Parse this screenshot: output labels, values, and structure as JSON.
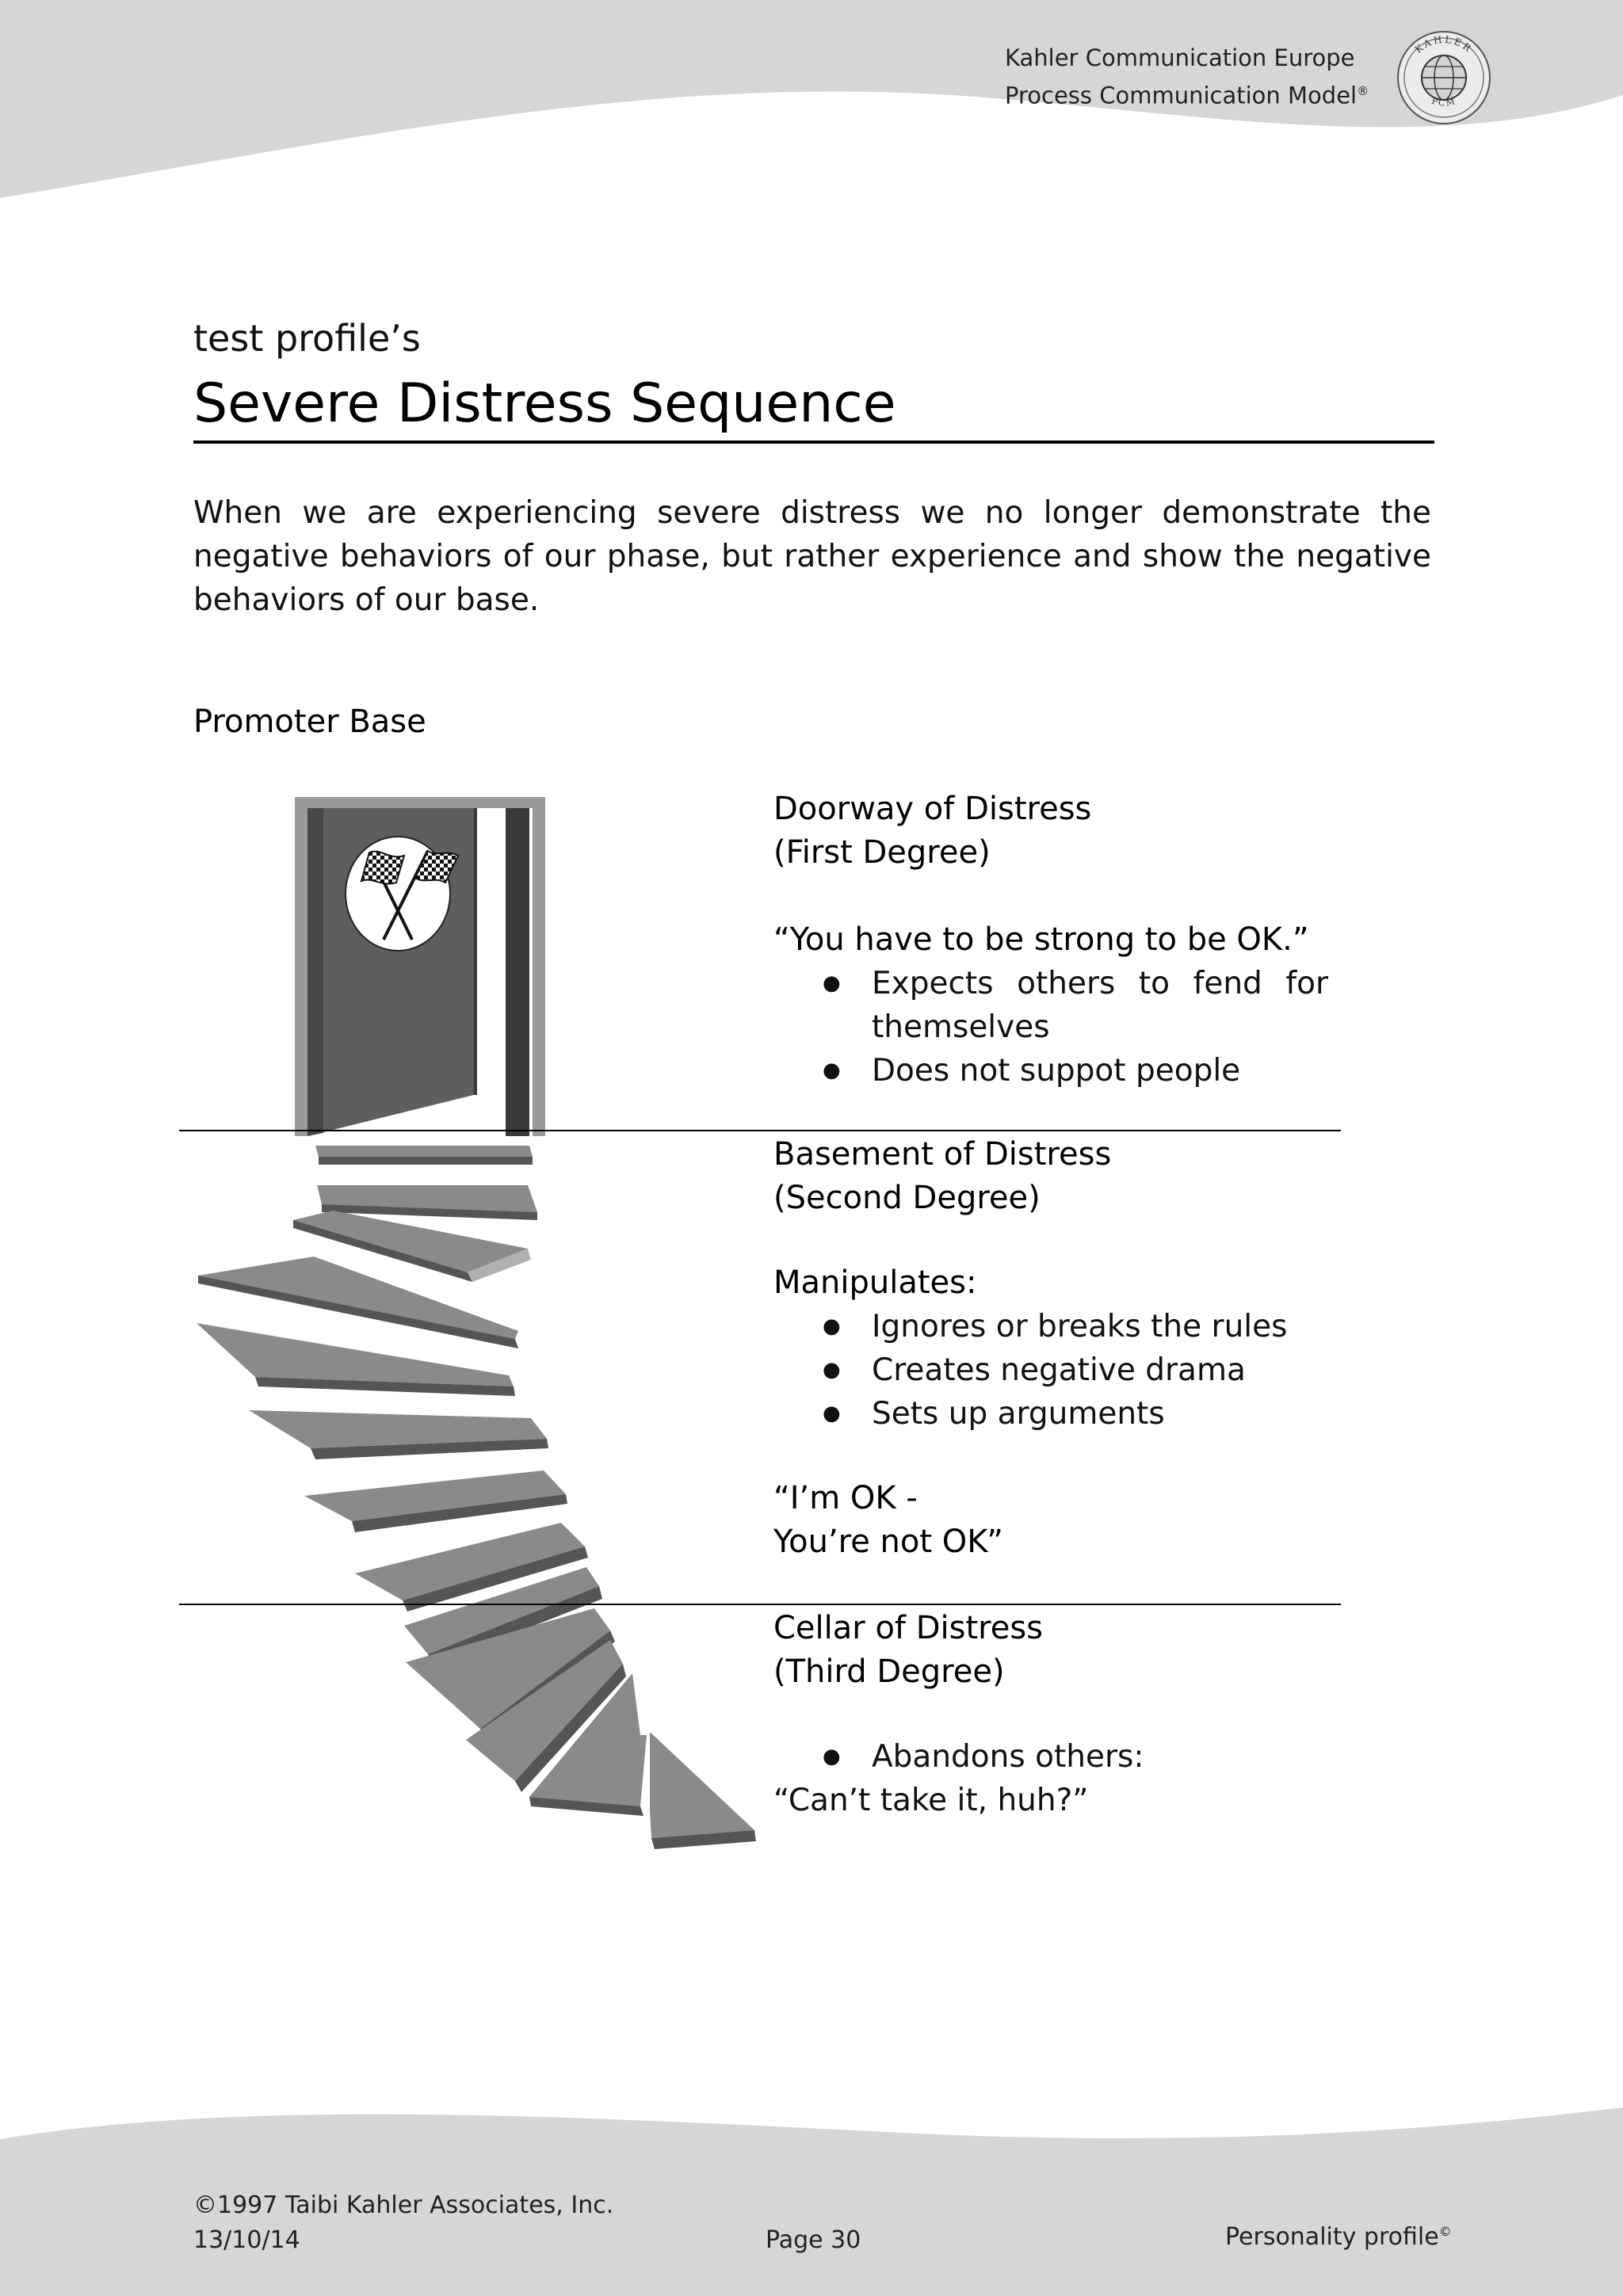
{
  "header": {
    "company": "Kahler Communication Europe",
    "product": "Process Communication Model",
    "product_mark": "®",
    "logo": {
      "icon": "globe-seal-icon",
      "text_top": "KAHLER",
      "text_bottom": "PCM"
    }
  },
  "document": {
    "subtitle": "test profile’s",
    "title": "Severe Distress Sequence",
    "intro": "When we are experiencing severe distress we no longer demonstrate the negative behaviors of our phase, but rather experience and show the negative behaviors of our base.",
    "base_label": "Promoter Base"
  },
  "illustration": {
    "door_icon": "doorway-icon",
    "flag_icon": "checkered-flags-icon",
    "stairs_icon": "spiral-staircase-icon"
  },
  "sections": {
    "first": {
      "heading": "Doorway of Distress",
      "degree": "(First Degree)",
      "quote": "“You have to be strong to be OK.”",
      "bullets": [
        "Expects others to fend for themselves",
        "Does not suppot people"
      ]
    },
    "second": {
      "heading": "Basement of Distress",
      "degree": "(Second Degree)",
      "label": "Manipulates:",
      "bullets": [
        "Ignores or breaks the rules",
        "Creates negative drama",
        "Sets up arguments"
      ],
      "quote_line1": "“I’m OK -",
      "quote_line2": "You’re not OK”"
    },
    "third": {
      "heading": "Cellar of Distress",
      "degree": "(Third Degree)",
      "bullets": [
        "Abandons others:"
      ],
      "quote": "“Can’t take it, huh?”"
    }
  },
  "footer": {
    "copyright": "©1997 Taibi Kahler Associates, Inc.",
    "date": "13/10/14",
    "page": "Page 30",
    "doc_name": "Personality profile",
    "doc_mark": "©"
  }
}
